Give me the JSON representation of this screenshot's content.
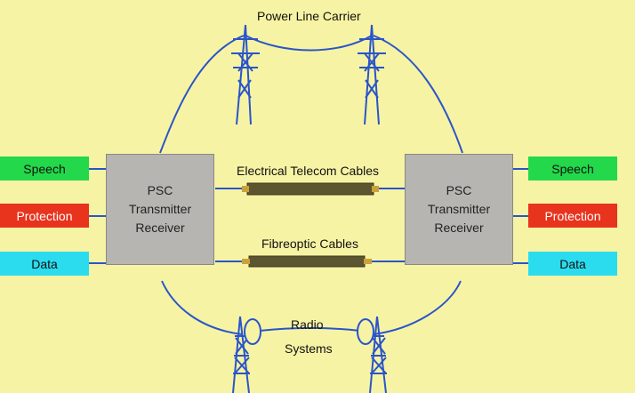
{
  "title": "Power Line Carrier",
  "colors": {
    "background": "#f7f3a4",
    "speech": "#23d84a",
    "protection": "#e8331d",
    "data": "#2bdcef",
    "unit": "#b7b5b1",
    "line": "#2a55c9",
    "cable": "#5b5530"
  },
  "left_signals": [
    {
      "label": "Speech"
    },
    {
      "label": "Protection"
    },
    {
      "label": "Data"
    }
  ],
  "right_signals": [
    {
      "label": "Speech"
    },
    {
      "label": "Protection"
    },
    {
      "label": "Data"
    }
  ],
  "left_unit": {
    "line1": "PSC",
    "line2": "Transmitter",
    "line3": "Receiver"
  },
  "right_unit": {
    "line1": "PSC",
    "line2": "Transmitter",
    "line3": "Receiver"
  },
  "links": {
    "electrical": "Electrical Telecom Cables",
    "fibre": "Fibreoptic Cables",
    "radio_line1": "Radio",
    "radio_line2": "Systems"
  },
  "icons": [
    "transmission-tower-icon",
    "radio-tower-icon"
  ]
}
